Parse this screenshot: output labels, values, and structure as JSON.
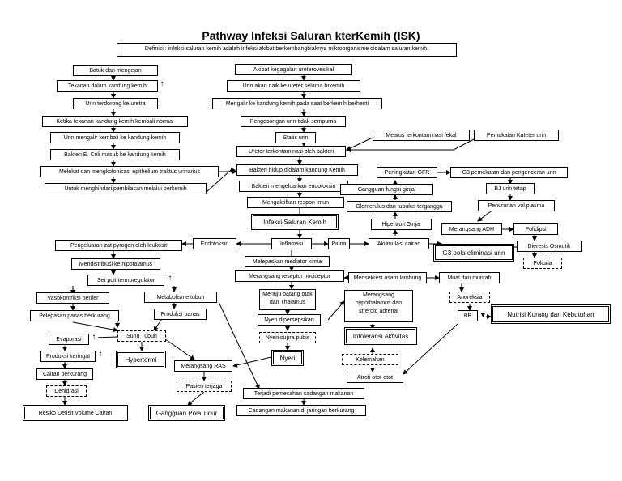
{
  "title": "Pathway Infeksi Saluran kterKemih (ISK)",
  "definisi": "Definisi : infeksi saluran kemih adalah infeksi akibat berkembangbiaknya mikroorganisme didalam saluran kemih.",
  "nodes": {
    "batuk": "Batuk dan mengejan",
    "tekanan": "Tekanan dalam kandung kemih",
    "urin_terdorong": "Urin terdorong ke uretra",
    "ketika_tekanan": "Ketika tekanan kandung kemih kembali normal",
    "urin_mengalir_kembali": "Urin mengalir kembali ke kandung kemih",
    "bakteri_ecoli": "Bakteri E. Coli masuk ke kandung kemih",
    "melekat": "Melekat dan mengkolonisasi epithelium traktus urinarius",
    "untuk_menghindari": "Untuk menghindari pembilasan melalui berkemih",
    "akibat_kegagalan": "Akibat kegagalan ureterovesikal",
    "urin_naik": "Urin akan naik ke ureter selama brkemih",
    "mengalir_kandung": "Mengalir ke kandung kemih pada saat berkemih berhenti",
    "pengosongan": "Pengosongan urin tidak sempurna",
    "statis": "Statis urin",
    "meatus": "Meatus terkontaminasi fekal",
    "kateter": "Pemakaian Kateter urin",
    "ureter": "Ureter terkontaminasi oleh bakteri",
    "bakteri_hidup": "Bakteri hidup didalam kandung Kemih",
    "bakteri_endotoksin": "Bakteri mengeluarkan endotoksin",
    "mengaktifkan": "Mengaktifkan respon imun",
    "infeksi": "Infeksi Saluran Kemih",
    "peningkatan_gfr": "Peningkatan GFR",
    "gangguan_fungsi": "Gangguan fungsi ginjal",
    "glomerulus": "Glomerulus dan tubulus terganggu",
    "hipertrofi": "Hipertrofi Ginjal",
    "g3_pemekatan": "G3 pemekatan dan pengenceran urin",
    "bj_urin": "BJ urin tetap",
    "penurunan": "Penurunan vol.plasma",
    "merangsang_adh": "Merangsang ADH",
    "polidipsi": "Polidipsi",
    "dieresis": "Dieresis Osmotik",
    "poliuria": "Poliuria",
    "g3_pola": "G3 pola eliminasi urin",
    "endotoksin": "Endotoksin",
    "inflamasi": "Inflamasi",
    "piuria": "Piuria",
    "akumulasi": "Akumulasi cairan",
    "pengeluaran": "Pengeluaran zat pyrogen oleh leukosit",
    "mendistribusi": "Mendistribusi ke hipotalamus",
    "set_point": "Set poit termoregulator",
    "vasokontriksi": "Vasokontriksi perifer",
    "pelepasan_panas": "Pelepasan panas berkurang",
    "suhu": "Suhu Tubuh",
    "evaporasi": "Evaporasi",
    "produksi_keringat": "Produksi keringat",
    "cairan_berkurang": "Cairan berkurang",
    "dehidrasi": "Dehidrasi",
    "resiko": "Resiko Defisit Volume Cairan",
    "hipertermi": "Hypertermi",
    "metabolisme": "Metabolisme tubuh",
    "produksi_panas": "Produksi panas",
    "melepaskan": "Melepaskan mediator kimia",
    "merangsang_reseptor": "Merangsang reseptor nociceptor",
    "menuju": "Menuju batang otak dan Thalamus",
    "nyeri_dipersepsikan": "Nyeri dipersepsikan",
    "nyeri_supra": "Nyeri supra pubis",
    "nyeri": "Nyeri",
    "merangsang_ras": "Merangsang RAS",
    "pasien": "Pasien terjaga",
    "gangguan_tidur": "Gangguan Pola Tidur",
    "terjadi_pemecahan": "Terjadi pemecahan cadangan makanan",
    "cadangan": "Cadangan makanan di jaringan berkurang",
    "merangsang_hypothalamus": "Merangsang hypothalamus dan streroid adrenal",
    "intoleransi": "Intoleransi Aktivitas",
    "kelemahan": "Kelemahan",
    "atrofi": "Atrofi otot-otot",
    "mensekresi": "Mensekresi asam lambung",
    "mual": "Mual dan muntah",
    "anoreksia": "Anoreksia",
    "bb": "BB",
    "nutrisi": "Nutrisi Kurang dari Kebutuhan"
  }
}
